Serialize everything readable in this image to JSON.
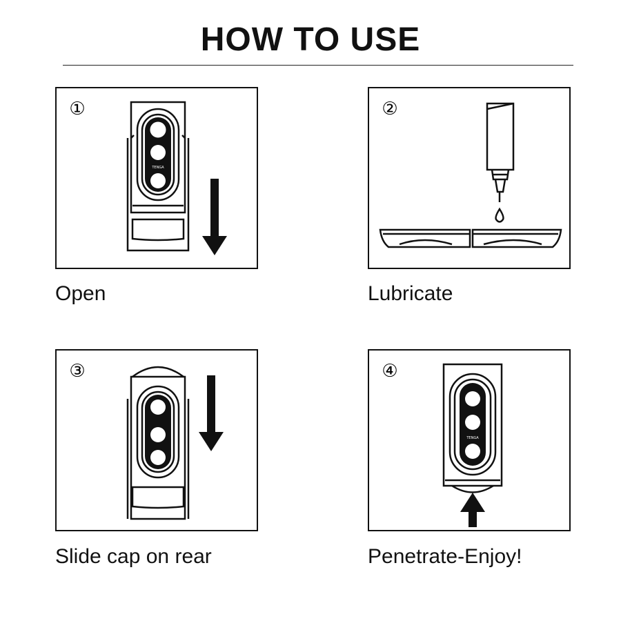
{
  "title": "HOW TO USE",
  "steps": [
    {
      "number": "①",
      "caption": "Open"
    },
    {
      "number": "②",
      "caption": "Lubricate"
    },
    {
      "number": "③",
      "caption": "Slide cap on rear"
    },
    {
      "number": "④",
      "caption": "Penetrate-Enjoy!"
    }
  ],
  "brand": "TENGA",
  "colors": {
    "ink": "#111111",
    "background": "#ffffff"
  }
}
